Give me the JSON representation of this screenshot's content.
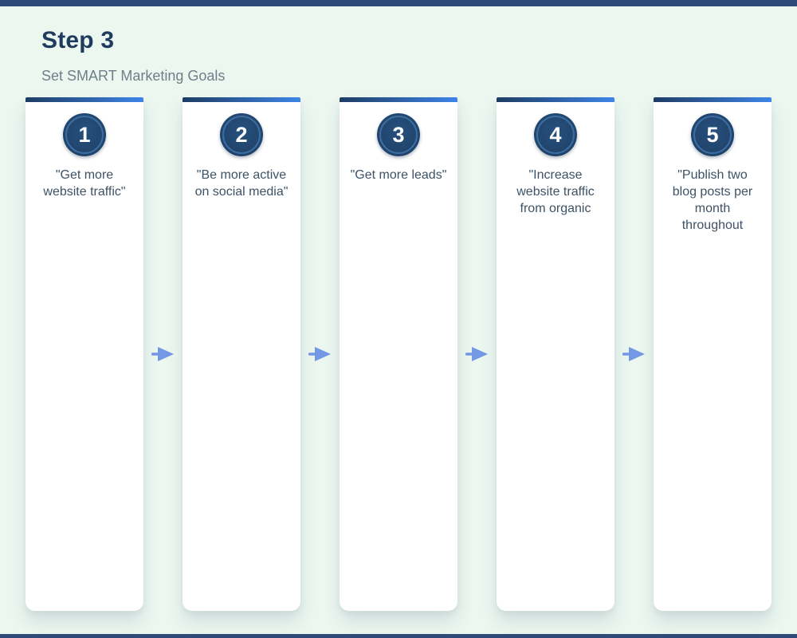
{
  "header": {
    "title": "Step 3",
    "subtitle": "Set SMART Marketing Goals"
  },
  "steps": [
    {
      "number": "1",
      "text": "\"Get more website traffic\""
    },
    {
      "number": "2",
      "text": "\"Be more active on social media\""
    },
    {
      "number": "3",
      "text": "\"Get more leads\""
    },
    {
      "number": "4",
      "text": "\"Increase website traffic from organic"
    },
    {
      "number": "5",
      "text": "\"Publish two blog posts per month throughout"
    }
  ],
  "icons": {
    "between_steps": "right-arrow"
  },
  "colors": {
    "top_bar": "#2e4a78",
    "bottom_bar": "#2e4a78",
    "background": "#ecf7f0",
    "heading": "#1f3b5e",
    "subtitle": "#6f7f8a",
    "card_background": "#ffffff",
    "card_accent_gradient_start": "#1d3c63",
    "card_accent_gradient_end": "#3e85e8",
    "circle_fill": "#1e4165",
    "circle_ring": "#3c6da1",
    "number_text": "#ffffff",
    "step_text": "#3e5266",
    "arrow": "#7498e5"
  }
}
